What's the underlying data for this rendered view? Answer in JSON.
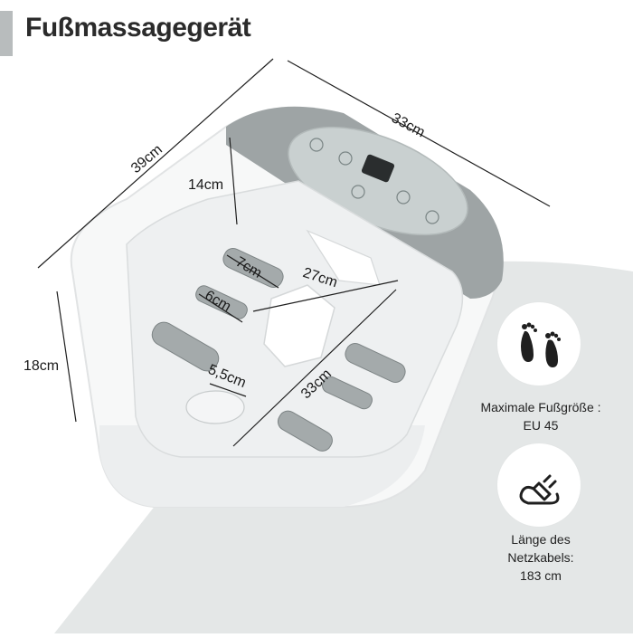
{
  "title": "Fußmassagegerät",
  "dimensions": {
    "width_top": "33cm",
    "depth": "39cm",
    "height_inner": "14cm",
    "height_outer": "18cm",
    "roller1": "7cm",
    "roller2": "6cm",
    "roller3": "5,5cm",
    "inner_width": "27cm",
    "inner_length": "33cm"
  },
  "features": {
    "foot_size_label": "Maximale Fußgröße :",
    "foot_size_value": "EU 45",
    "cable_label_line1": "Länge des",
    "cable_label_line2": "Netzkabels:",
    "cable_value": "183 cm"
  },
  "colors": {
    "accent_gray": "#9ea4a5",
    "basin_white": "#f4f5f6",
    "background_sage": "#e4e7e7"
  },
  "icons": {
    "footprints": "footprints-icon",
    "power_plug": "power-plug-icon"
  }
}
